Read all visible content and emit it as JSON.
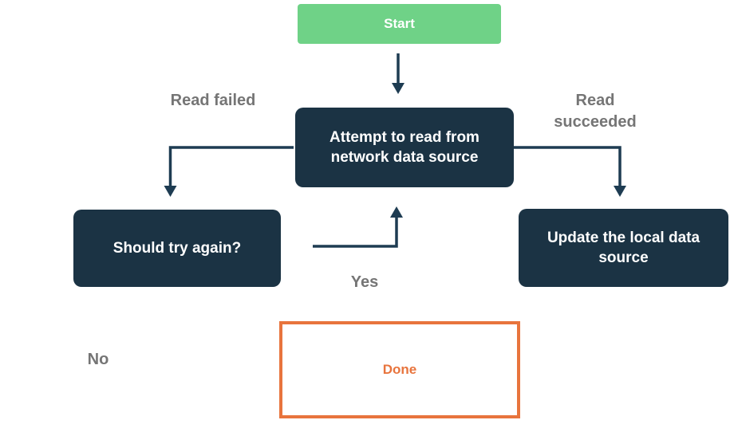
{
  "diagram": {
    "title": "network data source read flow",
    "nodes": {
      "start": {
        "label": "Start",
        "type": "start"
      },
      "attempt": {
        "label": "Attempt to read from network data source",
        "type": "process"
      },
      "should_try": {
        "label": "Should try again?",
        "type": "decision"
      },
      "update": {
        "label": "Update the local data source",
        "type": "process"
      },
      "done": {
        "label": "Done",
        "type": "terminal"
      }
    },
    "edges": [
      {
        "from": "start",
        "to": "attempt",
        "label": ""
      },
      {
        "from": "attempt",
        "to": "should_try",
        "label": "Read failed"
      },
      {
        "from": "attempt",
        "to": "update",
        "label": "Read succeeded"
      },
      {
        "from": "should_try",
        "to": "attempt",
        "label": "Yes"
      },
      {
        "from": "should_try",
        "to": "done",
        "label": "No"
      }
    ],
    "edge_labels": {
      "read_failed": "Read failed",
      "read_succeeded": "Read succeeded",
      "yes": "Yes",
      "no": "No"
    },
    "colors": {
      "background": "#FFFFFF",
      "start_fill": "#6FD287",
      "process_fill": "#1B3344",
      "node_text": "#FFFFFF",
      "arrow": "#1E3C52",
      "done_border": "#E8743D",
      "done_text": "#E8743D",
      "edge_label_text": "#757575"
    }
  }
}
